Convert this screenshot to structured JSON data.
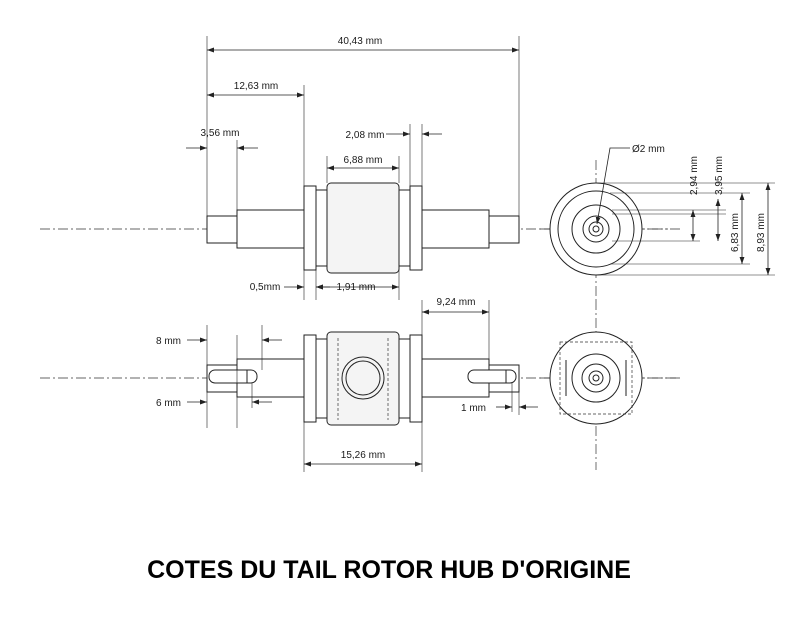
{
  "title": "COTES DU TAIL ROTOR HUB D'ORIGINE",
  "dimensions": {
    "overall_length": "40,43 mm",
    "shaft_to_hub": "12,63 mm",
    "shaft_tip": "3,56 mm",
    "outer_flange_gap": "2,08 mm",
    "center_body": "6,88 mm",
    "flange_thickness": "0,5mm",
    "inner_gap": "1,91 mm",
    "hole_diameter": "Ø2 mm",
    "dim_294": "2,94 mm",
    "dim_395": "3,95 mm",
    "dim_683": "6,83 mm",
    "dim_893": "8,93 mm",
    "pin_offset": "9,24 mm",
    "dim_8": "8 mm",
    "dim_6": "6 mm",
    "dim_1": "1 mm",
    "hub_length": "15,26 mm"
  },
  "colors": {
    "line": "#222222",
    "background": "#ffffff"
  }
}
